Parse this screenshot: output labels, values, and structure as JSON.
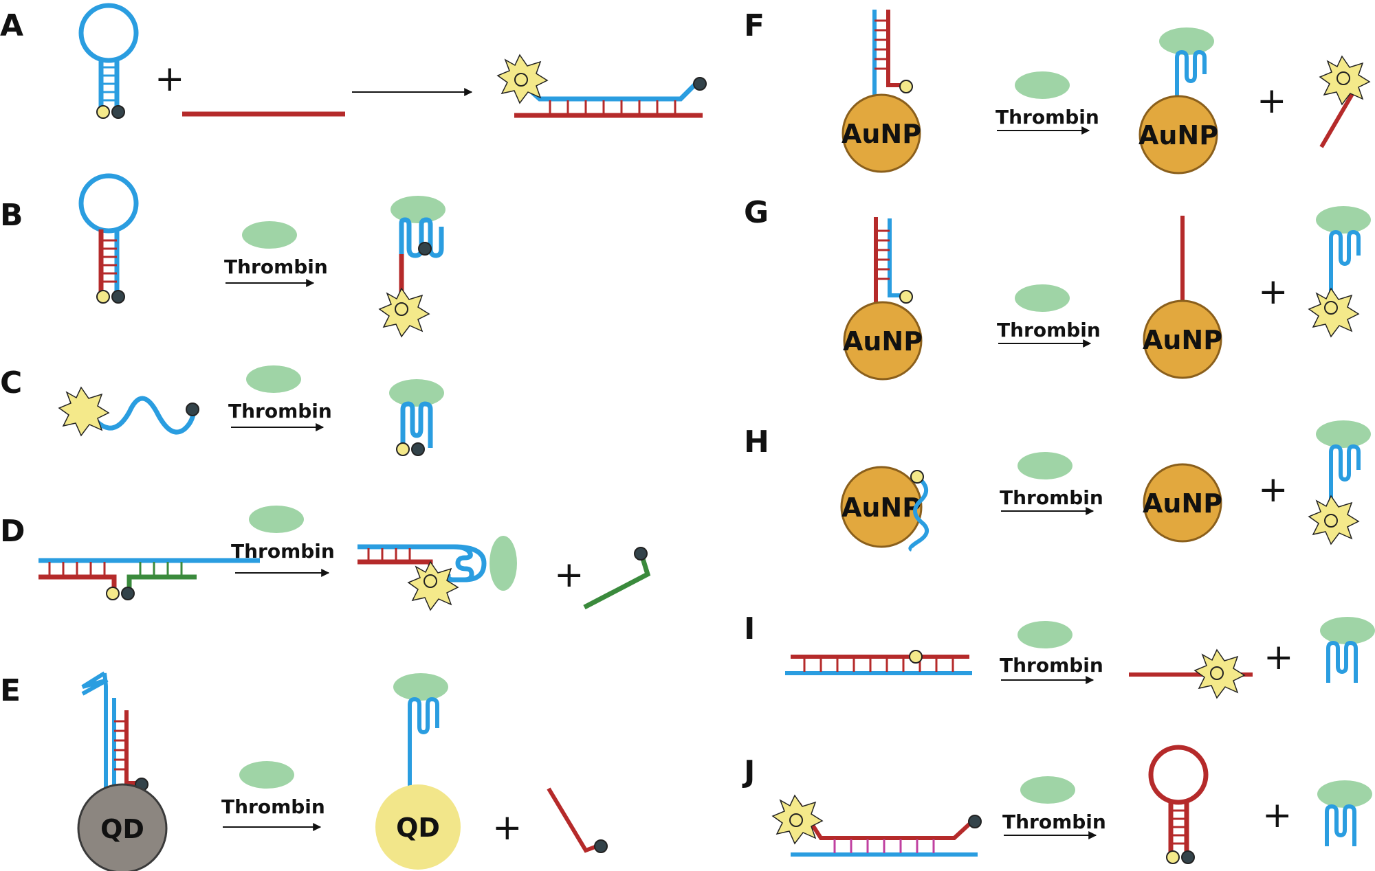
{
  "panels": {
    "A": {
      "label": "A"
    },
    "B": {
      "label": "B",
      "reagent": "Thrombin"
    },
    "C": {
      "label": "C",
      "reagent": "Thrombin"
    },
    "D": {
      "label": "D",
      "reagent": "Thrombin"
    },
    "E": {
      "label": "E",
      "reagent": "Thrombin",
      "particle_before": "QD",
      "particle_after": "QD"
    },
    "F": {
      "label": "F",
      "reagent": "Thrombin",
      "particle_before": "AuNP",
      "particle_after": "AuNP"
    },
    "G": {
      "label": "G",
      "reagent": "Thrombin",
      "particle_before": "AuNP",
      "particle_after": "AuNP"
    },
    "H": {
      "label": "H",
      "reagent": "Thrombin",
      "particle_before": "AuNP",
      "particle_after": "AuNP"
    },
    "I": {
      "label": "I",
      "reagent": "Thrombin"
    },
    "J": {
      "label": "J",
      "reagent": "Thrombin"
    }
  },
  "plus_sign": "+",
  "colors": {
    "aptamer_blue": "#2a9de0",
    "complement_red": "#b52a2a",
    "strand_green": "#3a8a3c",
    "thrombin_green": "#9fd4a6",
    "fluorophore_yellow": "#f4e98a",
    "quencher_dark": "#33434a",
    "gold_np": "#e2a83e",
    "qd_grey": "#8c8680",
    "qd_bright": "#f2e68a"
  }
}
